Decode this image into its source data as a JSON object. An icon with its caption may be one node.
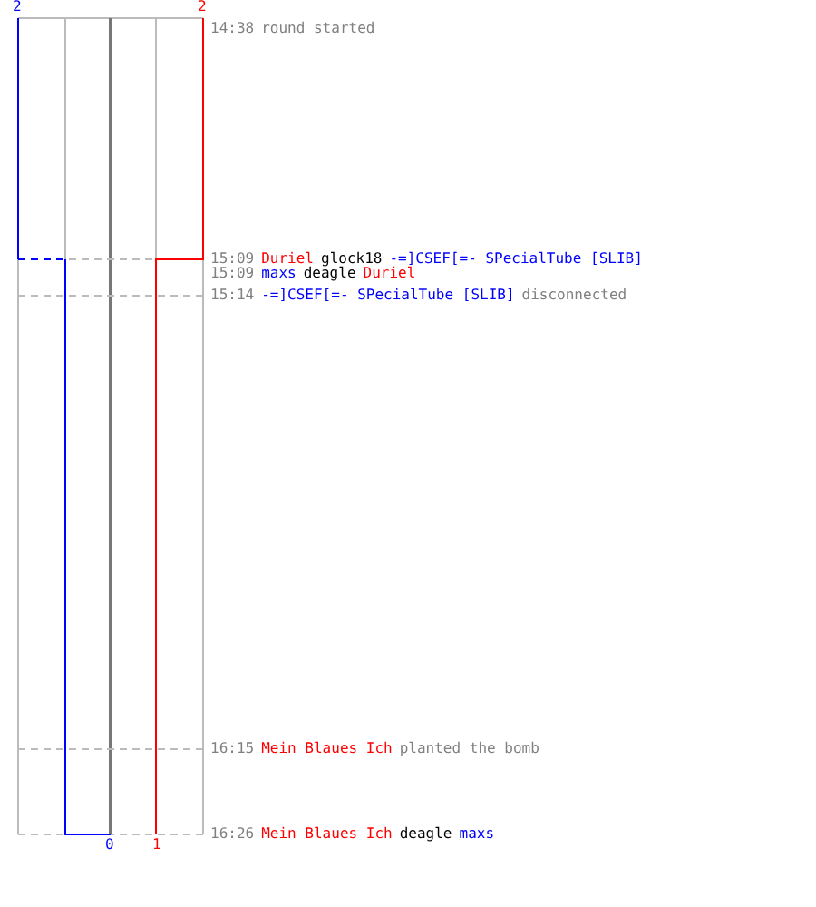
{
  "diagram": {
    "labels": [
      "2",
      "2",
      "14:38",
      "round started",
      "15:09",
      "Duriel",
      "glock18",
      "-=]CSEF[=- SPecialTube [SLIB]",
      "15:09",
      "maxs",
      "deagle",
      "Duriel",
      "15:14",
      "-=]CSEF[=- SPecialTube [SLIB]",
      "disconnected",
      "16:15",
      "Mein Blaues Ich",
      "planted the bomb",
      "16:26",
      "Mein Blaues Ich",
      "deagle",
      "maxs",
      "0",
      "1"
    ]
  }
}
